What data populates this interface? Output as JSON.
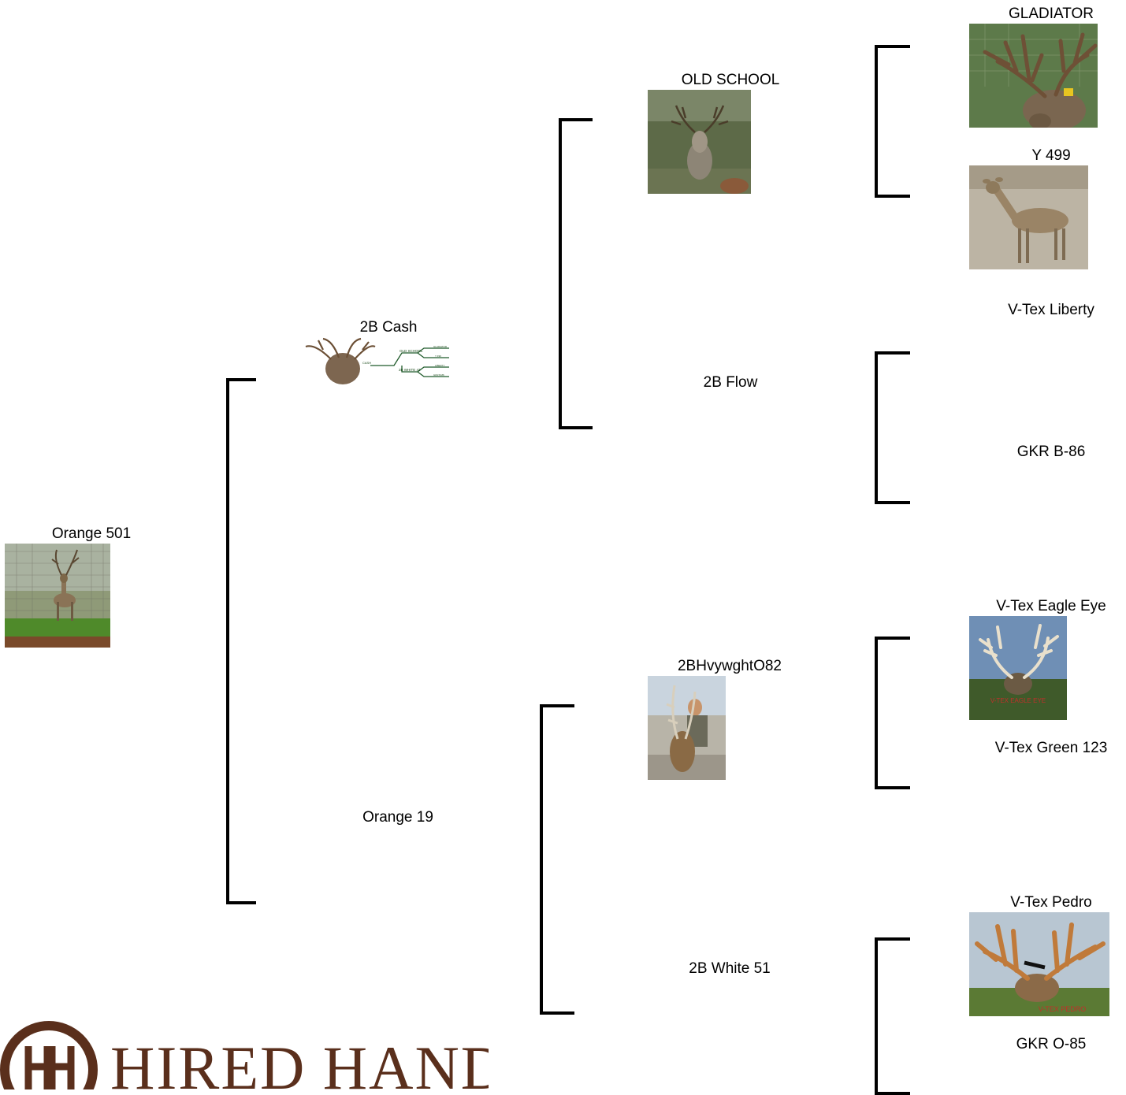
{
  "pedigree": {
    "subject": {
      "name": "Orange 501"
    },
    "sire": {
      "name": "2B Cash"
    },
    "dam": {
      "name": "Orange 19"
    },
    "sire_sire": {
      "name": "OLD SCHOOL"
    },
    "sire_dam": {
      "name": "2B Flow"
    },
    "dam_sire": {
      "name": "2BHvywghtO82"
    },
    "dam_dam": {
      "name": "2B White 51"
    },
    "ss_sire": {
      "name": "GLADIATOR"
    },
    "ss_dam": {
      "name": "Y 499"
    },
    "sd_sire": {
      "name": "V-Tex Liberty"
    },
    "sd_dam": {
      "name": "GKR B-86"
    },
    "ds_sire": {
      "name": "V-Tex Eagle Eye"
    },
    "ds_dam": {
      "name": "V-Tex Green 123"
    },
    "dd_sire": {
      "name": "V-Tex Pedro"
    },
    "dd_dam": {
      "name": "GKR O-85"
    }
  },
  "thumb_texts": {
    "cash_chart": [
      "CASH",
      "OLD SCHOOL",
      "2B WHITE 43",
      "GLADIATOR",
      "Y 499",
      "LIBERTY",
      "GKR B-86"
    ],
    "eagle_eye_overlay": "V-TEX EAGLE EYE",
    "pedro_overlay": "V-TEX PEDRO"
  },
  "branding": {
    "logo_text": "HIRED HAND",
    "brand_color": "#5a2f1c"
  }
}
